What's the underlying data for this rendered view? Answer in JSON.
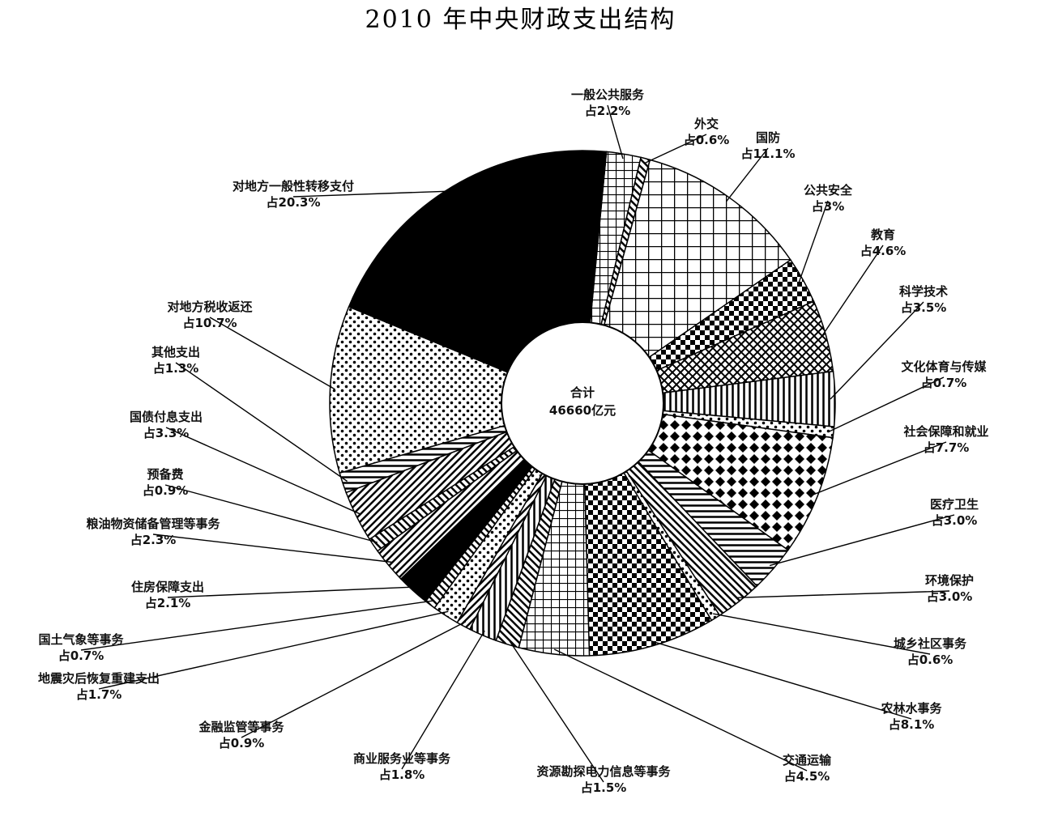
{
  "chart_data": {
    "type": "pie",
    "title": "2010 年中央财政支出结构",
    "center_label": [
      "合计",
      "46660亿元"
    ],
    "slices": [
      {
        "name": "一般公共服务",
        "pct_label": "占2.2%",
        "value": 2.2,
        "pattern": "grid"
      },
      {
        "name": "外交",
        "pct_label": "占0.6%",
        "value": 0.6,
        "pattern": "hatch-d"
      },
      {
        "name": "国防",
        "pct_label": "占11.1%",
        "value": 11.1,
        "pattern": "grid-lg"
      },
      {
        "name": "公共安全",
        "pct_label": "占3%",
        "value": 3.0,
        "pattern": "check"
      },
      {
        "name": "教育",
        "pct_label": "占4.6%",
        "value": 4.6,
        "pattern": "cross"
      },
      {
        "name": "科学技术",
        "pct_label": "占3.5%",
        "value": 3.5,
        "pattern": "vert"
      },
      {
        "name": "文化体育与传媒",
        "pct_label": "占0.7%",
        "value": 0.7,
        "pattern": "dots"
      },
      {
        "name": "社会保障和就业",
        "pct_label": "占7.7%",
        "value": 7.7,
        "pattern": "diamond"
      },
      {
        "name": "医疗卫生",
        "pct_label": "占3.0%",
        "value": 3.0,
        "pattern": "horiz"
      },
      {
        "name": "环境保护",
        "pct_label": "占3.0%",
        "value": 3.0,
        "pattern": "hatch-d"
      },
      {
        "name": "城乡社区事务",
        "pct_label": "占0.6%",
        "value": 0.6,
        "pattern": "dots"
      },
      {
        "name": "农林水事务",
        "pct_label": "占8.1%",
        "value": 8.1,
        "pattern": "check"
      },
      {
        "name": "交通运输",
        "pct_label": "占4.5%",
        "value": 4.5,
        "pattern": "grid"
      },
      {
        "name": "资源勘探电力信息等事务",
        "pct_label": "占1.5%",
        "value": 1.5,
        "pattern": "hatch-d"
      },
      {
        "name": "商业服务业等事务",
        "pct_label": "占1.8%",
        "value": 1.8,
        "pattern": "vert"
      },
      {
        "name": "金融监管等事务",
        "pct_label": "占0.9%",
        "value": 0.9,
        "pattern": "hatch-u"
      },
      {
        "name": "地震灾后恢复重建支出",
        "pct_label": "占1.7%",
        "value": 1.7,
        "pattern": "dots"
      },
      {
        "name": "国土气象等事务",
        "pct_label": "占0.7%",
        "value": 0.7,
        "pattern": "hatch-d"
      },
      {
        "name": "住房保障支出",
        "pct_label": "占2.1%",
        "value": 2.1,
        "pattern": "solid"
      },
      {
        "name": "粮油物资储备管理等事务",
        "pct_label": "占2.3%",
        "value": 2.3,
        "pattern": "hatch-u"
      },
      {
        "name": "预备费",
        "pct_label": "占0.9%",
        "value": 0.9,
        "pattern": "hatch-d"
      },
      {
        "name": "国债付息支出",
        "pct_label": "占3.3%",
        "value": 3.3,
        "pattern": "hatch-u"
      },
      {
        "name": "其他支出",
        "pct_label": "占1.3%",
        "value": 1.3,
        "pattern": "horiz"
      },
      {
        "name": "对地方税收返还",
        "pct_label": "占10.7%",
        "value": 10.7,
        "pattern": "dots"
      },
      {
        "name": "对地方一般性转移支付",
        "pct_label": "占20.3%",
        "value": 20.3,
        "pattern": "solid"
      }
    ]
  }
}
